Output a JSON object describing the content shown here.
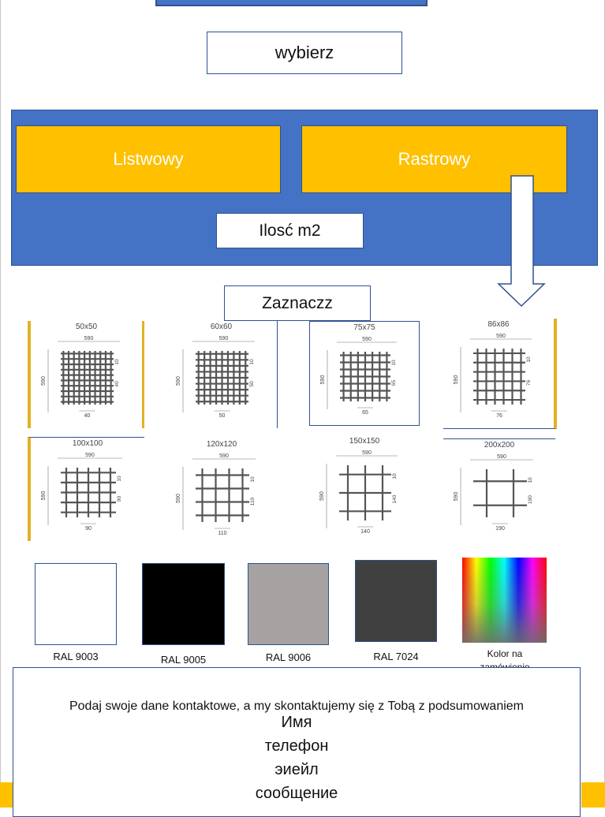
{
  "header": {
    "choose_label": "wybierz"
  },
  "types": {
    "left_label": "Listwowy",
    "right_label": "Rastrowy",
    "quantity_label": "Ilosć m2"
  },
  "mark_label": "Zaznaczz",
  "grids": [
    {
      "title": "50x50",
      "width": "590",
      "height": "590",
      "cell": "40",
      "bar": "10",
      "side": "40"
    },
    {
      "title": "60x60",
      "width": "590",
      "height": "590",
      "cell": "50",
      "bar": "10",
      "side": "50"
    },
    {
      "title": "75x75",
      "width": "590",
      "height": "590",
      "cell": "65",
      "bar": "10",
      "side": "65"
    },
    {
      "title": "86x86",
      "width": "590",
      "height": "590",
      "cell": "76",
      "bar": "10",
      "side": "76"
    },
    {
      "title": "100x100",
      "width": "590",
      "height": "590",
      "cell": "90",
      "bar": "10",
      "side": "90"
    },
    {
      "title": "120x120",
      "width": "590",
      "height": "590",
      "cell": "110",
      "bar": "10",
      "side": "110"
    },
    {
      "title": "150x150",
      "width": "590",
      "height": "590",
      "cell": "140",
      "bar": "10",
      "side": "140"
    },
    {
      "title": "200x200",
      "width": "590",
      "height": "590",
      "cell": "190",
      "bar": "10",
      "side": "190"
    }
  ],
  "colors": [
    {
      "label": "RAL 9003",
      "hex": "#ffffff"
    },
    {
      "label": "RAL 9005",
      "hex": "#000000"
    },
    {
      "label": "RAL 9006",
      "hex": "#a5a2a1"
    },
    {
      "label": "RAL 7024",
      "hex": "#404040"
    },
    {
      "label": "Kolor na zamówienie",
      "hex": "spectrum"
    }
  ],
  "contact": {
    "prompt": "Podaj swoje dane kontaktowe, a my skontaktujemy się z Tobą z podsumowaniem",
    "fields": [
      "Имя",
      "телефон",
      "эиейл",
      "сообщение"
    ]
  },
  "accent": {
    "blue": "#4472c4",
    "yellow": "#ffc000",
    "border": "#2f528f"
  }
}
